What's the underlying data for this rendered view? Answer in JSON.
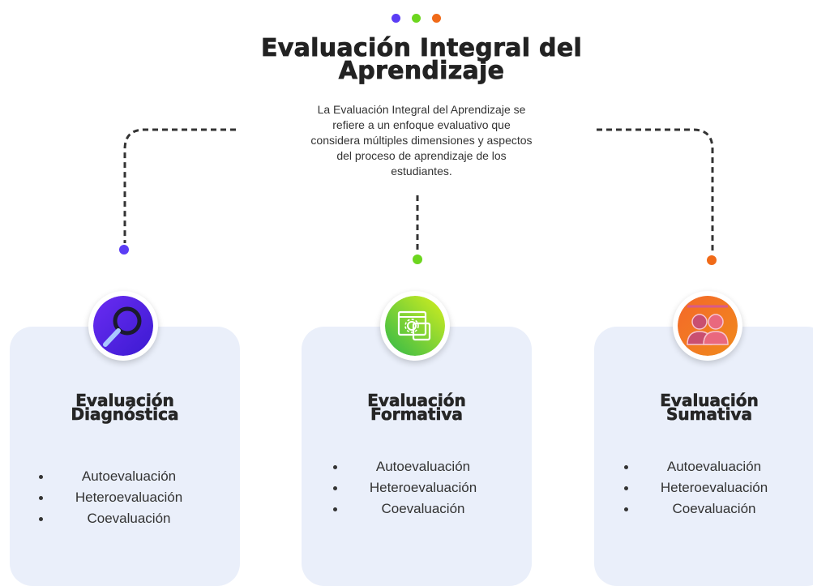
{
  "header": {
    "dots": [
      "#5b3df5",
      "#6cd61e",
      "#f06a18"
    ],
    "title_line1": "Evaluación Integral del",
    "title_line2": "Aprendizaje",
    "intro_lines": [
      "La Evaluación Integral del Aprendizaje se",
      "refiere a un enfoque evaluativo que",
      "considera múltiples dimensiones y aspectos",
      "del proceso de aprendizaje de los",
      "estudiantes."
    ]
  },
  "colors": {
    "purple": "#5b3df5",
    "green": "#6cd61e",
    "orange": "#f06a18",
    "card_bg": "#eaeffa"
  },
  "cards": [
    {
      "icon": "magnifier-icon",
      "title_line1": "Evaluación",
      "title_line2": "Diagnóstica",
      "items": [
        "Autoevaluación",
        "Heteroevaluación",
        "Coevaluación"
      ]
    },
    {
      "icon": "settings-window-icon",
      "title_line1": "Evaluación",
      "title_line2": "Formativa",
      "items": [
        "Autoevaluación",
        "Heteroevaluación",
        "Coevaluación"
      ]
    },
    {
      "icon": "people-icon",
      "title_line1": "Evaluación",
      "title_line2": "Sumativa",
      "items": [
        "Autoevaluación",
        "Heteroevaluación",
        "Coevaluación"
      ]
    }
  ]
}
